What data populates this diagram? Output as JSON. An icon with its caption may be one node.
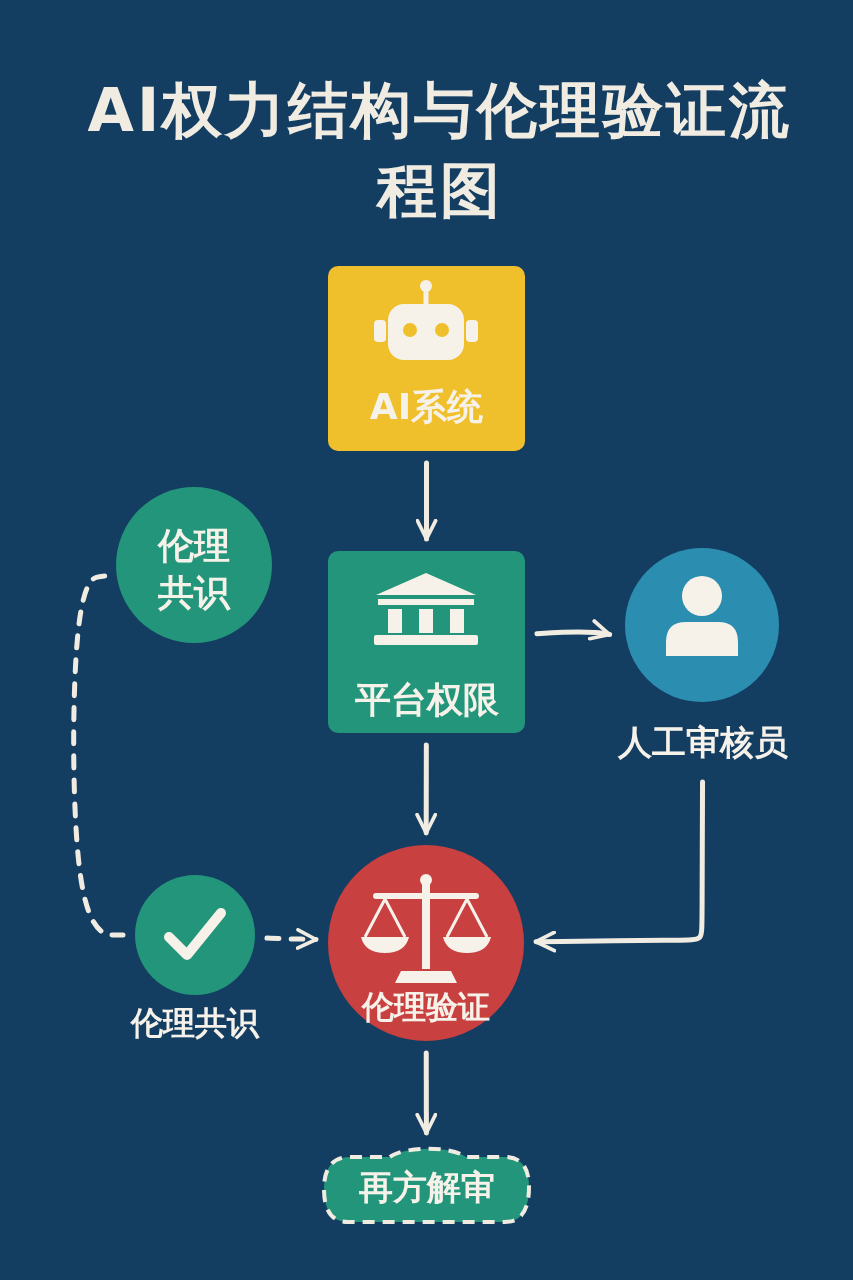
{
  "diagram": {
    "title": "AI权力结构与伦理验证流程图",
    "nodes": [
      {
        "text": [
          "AI系统"
        ]
      },
      {
        "text": [
          "伦理共识"
        ]
      },
      {
        "text": [
          "平台权限"
        ]
      },
      {
        "text": [
          "人工审核员"
        ]
      },
      {
        "text": [
          "伦理共识"
        ]
      },
      {
        "text": [
          "伦理验证"
        ]
      },
      {
        "text": [
          "再方解审"
        ]
      }
    ],
    "edges": [
      {
        "from": 0,
        "to": 2,
        "arrow": "to"
      },
      {
        "from": 1,
        "to": 4,
        "arrow": "none",
        "style": "dashed"
      },
      {
        "from": 2,
        "to": 3,
        "arrow": "to"
      },
      {
        "from": 2,
        "to": 5,
        "arrow": "to"
      },
      {
        "from": 3,
        "to": 5,
        "arrow": "to"
      },
      {
        "from": 4,
        "to": 5,
        "arrow": "to",
        "style": "dashed"
      },
      {
        "from": 5,
        "to": 6,
        "arrow": "to"
      }
    ]
  }
}
